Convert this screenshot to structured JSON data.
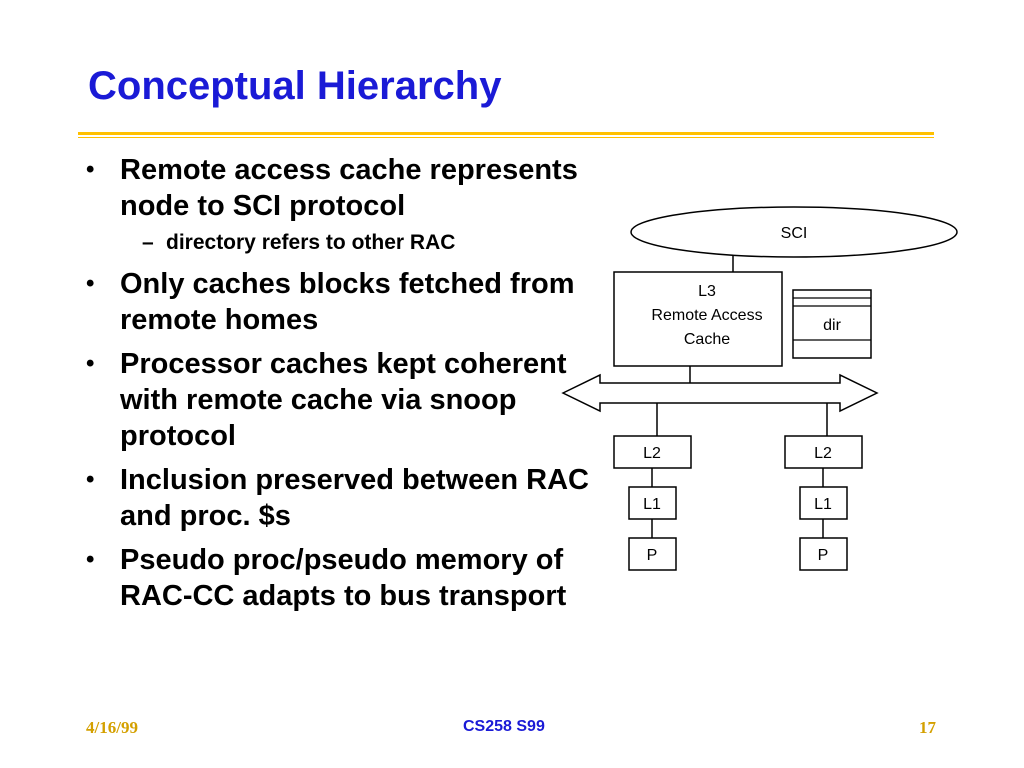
{
  "slide": {
    "title": "Conceptual Hierarchy"
  },
  "bullets": {
    "items": [
      "Remote access cache represents node to SCI protocol",
      "directory refers to other RAC",
      "Only caches blocks fetched from remote homes",
      "Processor caches kept coherent with remote cache via snoop protocol",
      "Inclusion preserved between RAC and proc. $s",
      "Pseudo proc/pseudo memory of RAC-CC adapts to bus transport"
    ],
    "bullet_glyph": "•",
    "sub_glyph": "–"
  },
  "diagram": {
    "sci": "SCI",
    "l3_line1": "L3",
    "l3_line2": "Remote Access",
    "l3_line3": "Cache",
    "dir": "dir",
    "left": {
      "l2": "L2",
      "l1": "L1",
      "p": "P"
    },
    "right": {
      "l2": "L2",
      "l1": "L1",
      "p": "P"
    }
  },
  "footer": {
    "date": "4/16/99",
    "course": "CS258 S99",
    "page": "17"
  },
  "colors": {
    "title": "#1a1ad6",
    "rule": "#ffc000",
    "footer_side": "#d4a000"
  }
}
